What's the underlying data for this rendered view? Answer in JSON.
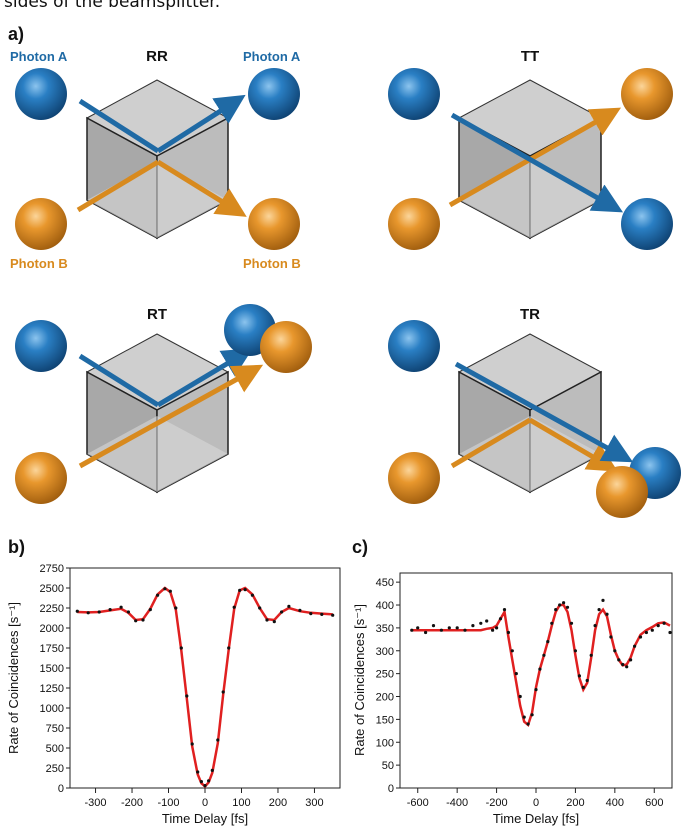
{
  "caption_fragment": "sides of the beamsplitter.",
  "panel_a": {
    "letter": "a)",
    "cases": [
      "RR",
      "TT",
      "RT",
      "TR"
    ],
    "photon_a_label": "Photon A",
    "photon_b_label": "Photon B",
    "colors": {
      "photon_a": "#1f6aa5",
      "photon_b": "#e0912a"
    }
  },
  "chart_data": [
    {
      "panel": "b)",
      "type": "scatter",
      "xlabel": "Time Delay [fs]",
      "ylabel": "Rate of Coincidences [s⁻¹]",
      "xlim": [
        -370,
        370
      ],
      "ylim": [
        0,
        2750
      ],
      "xticks": [
        -300,
        -200,
        -100,
        0,
        100,
        200,
        300
      ],
      "yticks": [
        0,
        250,
        500,
        750,
        1000,
        1250,
        1500,
        1750,
        2000,
        2250,
        2500,
        2750
      ],
      "series": [
        {
          "role": "data",
          "color": "#111111",
          "x": [
            -350,
            -320,
            -290,
            -260,
            -230,
            -210,
            -190,
            -170,
            -150,
            -130,
            -110,
            -95,
            -80,
            -65,
            -50,
            -35,
            -20,
            -10,
            0,
            10,
            20,
            35,
            50,
            65,
            80,
            95,
            110,
            130,
            150,
            170,
            190,
            210,
            230,
            260,
            290,
            320,
            350
          ],
          "y": [
            2210,
            2190,
            2200,
            2230,
            2260,
            2200,
            2090,
            2100,
            2230,
            2410,
            2490,
            2460,
            2250,
            1750,
            1150,
            550,
            200,
            80,
            30,
            90,
            220,
            600,
            1200,
            1750,
            2260,
            2470,
            2480,
            2410,
            2250,
            2100,
            2080,
            2200,
            2270,
            2220,
            2180,
            2170,
            2160
          ]
        },
        {
          "role": "fit",
          "color": "#e02020",
          "x": [
            -350,
            -320,
            -290,
            -260,
            -230,
            -210,
            -190,
            -170,
            -150,
            -130,
            -110,
            -95,
            -80,
            -65,
            -50,
            -35,
            -20,
            -10,
            0,
            10,
            20,
            35,
            50,
            65,
            80,
            95,
            110,
            130,
            150,
            170,
            190,
            210,
            230,
            260,
            290,
            320,
            350
          ],
          "y": [
            2200,
            2195,
            2200,
            2220,
            2240,
            2190,
            2100,
            2110,
            2240,
            2420,
            2500,
            2450,
            2230,
            1720,
            1120,
            520,
            170,
            60,
            20,
            70,
            190,
            560,
            1170,
            1730,
            2240,
            2470,
            2500,
            2420,
            2250,
            2110,
            2100,
            2200,
            2250,
            2210,
            2190,
            2180,
            2170
          ]
        }
      ]
    },
    {
      "panel": "c)",
      "type": "scatter",
      "xlabel": "Time Delay [fs]",
      "ylabel": "Rate of Coincidences [s⁻¹]",
      "xlim": [
        -690,
        690
      ],
      "ylim": [
        0,
        470
      ],
      "xticks": [
        -600,
        -400,
        -200,
        0,
        200,
        400,
        600
      ],
      "yticks": [
        0,
        50,
        100,
        150,
        200,
        250,
        300,
        350,
        400,
        450
      ],
      "series": [
        {
          "role": "data",
          "color": "#111111",
          "x": [
            -630,
            -600,
            -560,
            -520,
            -480,
            -440,
            -400,
            -360,
            -320,
            -280,
            -250,
            -220,
            -200,
            -180,
            -160,
            -140,
            -120,
            -100,
            -80,
            -60,
            -40,
            -20,
            0,
            20,
            40,
            60,
            80,
            100,
            120,
            140,
            160,
            180,
            200,
            220,
            240,
            260,
            280,
            300,
            320,
            340,
            360,
            380,
            400,
            420,
            440,
            460,
            480,
            500,
            530,
            560,
            590,
            620,
            650,
            680
          ],
          "y": [
            345,
            350,
            340,
            355,
            345,
            350,
            350,
            345,
            355,
            360,
            365,
            345,
            350,
            370,
            390,
            340,
            300,
            250,
            200,
            155,
            140,
            160,
            215,
            260,
            290,
            320,
            360,
            390,
            400,
            405,
            395,
            360,
            300,
            245,
            220,
            235,
            290,
            355,
            390,
            410,
            380,
            330,
            300,
            280,
            270,
            265,
            280,
            310,
            330,
            340,
            345,
            355,
            360,
            340
          ]
        },
        {
          "role": "fit",
          "color": "#e02020",
          "x": [
            -630,
            -600,
            -560,
            -520,
            -480,
            -440,
            -400,
            -360,
            -320,
            -280,
            -250,
            -220,
            -200,
            -180,
            -160,
            -140,
            -120,
            -100,
            -80,
            -60,
            -40,
            -20,
            0,
            20,
            40,
            60,
            80,
            100,
            120,
            140,
            160,
            180,
            200,
            220,
            240,
            260,
            280,
            300,
            320,
            340,
            360,
            380,
            400,
            420,
            440,
            460,
            480,
            500,
            530,
            560,
            590,
            620,
            650,
            680
          ],
          "y": [
            345,
            345,
            345,
            345,
            345,
            345,
            345,
            345,
            345,
            345,
            348,
            350,
            355,
            370,
            385,
            330,
            280,
            230,
            180,
            145,
            138,
            165,
            220,
            260,
            290,
            320,
            355,
            385,
            400,
            400,
            385,
            345,
            290,
            240,
            215,
            230,
            285,
            345,
            380,
            390,
            375,
            335,
            300,
            280,
            268,
            270,
            285,
            310,
            335,
            345,
            352,
            360,
            362,
            355
          ]
        }
      ]
    }
  ]
}
